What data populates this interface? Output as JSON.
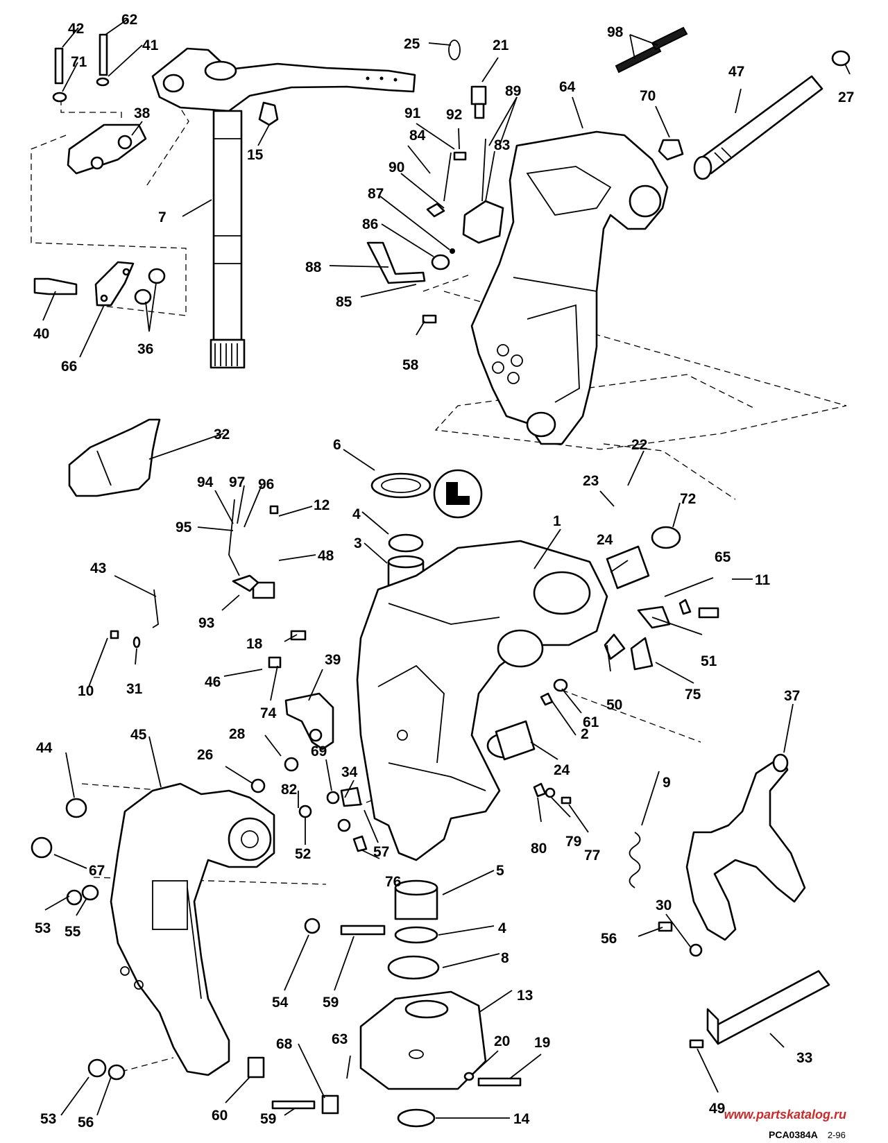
{
  "diagram": {
    "part_numbers": [
      "42",
      "62",
      "41",
      "71",
      "38",
      "15",
      "7",
      "40",
      "66",
      "36",
      "25",
      "21",
      "98",
      "47",
      "27",
      "70",
      "64",
      "91",
      "92",
      "89",
      "84",
      "83",
      "90",
      "87",
      "86",
      "88",
      "85",
      "58",
      "32",
      "6",
      "22",
      "23",
      "72",
      "1",
      "94",
      "97",
      "96",
      "95",
      "12",
      "4",
      "3",
      "48",
      "43",
      "93",
      "24",
      "65",
      "11",
      "18",
      "39",
      "46",
      "74",
      "10",
      "31",
      "51",
      "50",
      "75",
      "61",
      "2",
      "24",
      "28",
      "26",
      "69",
      "34",
      "82",
      "52",
      "57",
      "76",
      "45",
      "44",
      "67",
      "53",
      "55",
      "80",
      "79",
      "77",
      "9",
      "37",
      "5",
      "4",
      "8",
      "13",
      "56",
      "30",
      "54",
      "59",
      "63",
      "68",
      "20",
      "19",
      "14",
      "60",
      "59",
      "53",
      "56",
      "33",
      "49"
    ],
    "figure_code": "PCA0384A",
    "figure_date": "2-96"
  },
  "watermark": "www.partskatalog.ru"
}
